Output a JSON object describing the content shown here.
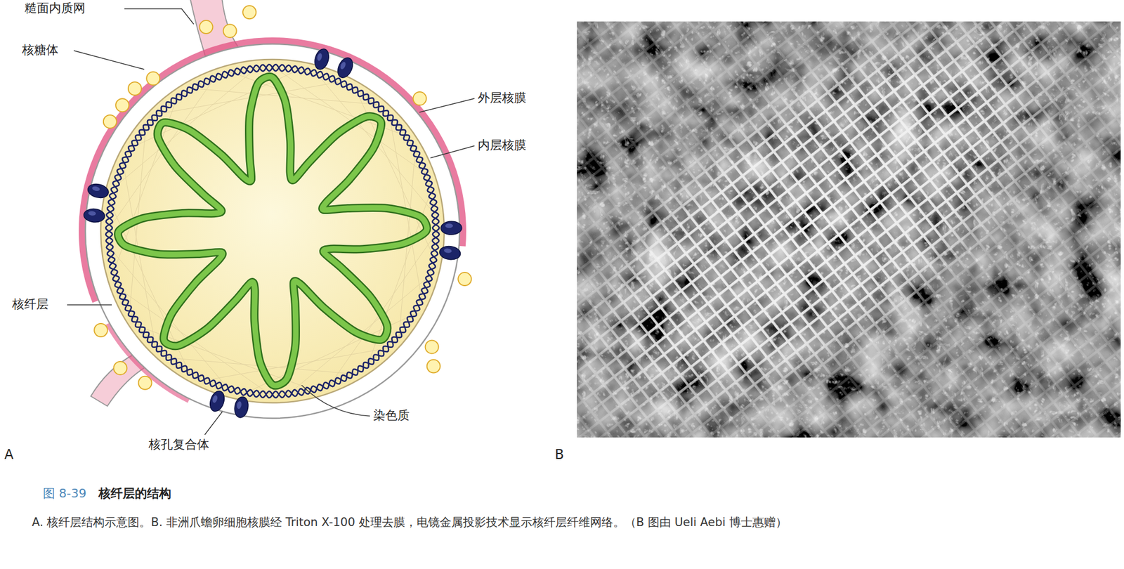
{
  "diagram": {
    "title": "核纤层的结构",
    "caption": "A. 核纤层结构示意图。B. 非洲爪蟾卵细胞核膜经 Triton X-100 处理去膜，电镜金属投影技术显示核纤层纤维网络。（B 图由 Ueli Aebi 博士惠赠）",
    "labels": [
      "糙面内质网",
      "核糖体",
      "外层核膜",
      "内层核膜",
      "核纤层",
      "染色质",
      "核孔复合体",
      "A",
      "B",
      "图 8-39"
    ]
  }
}
